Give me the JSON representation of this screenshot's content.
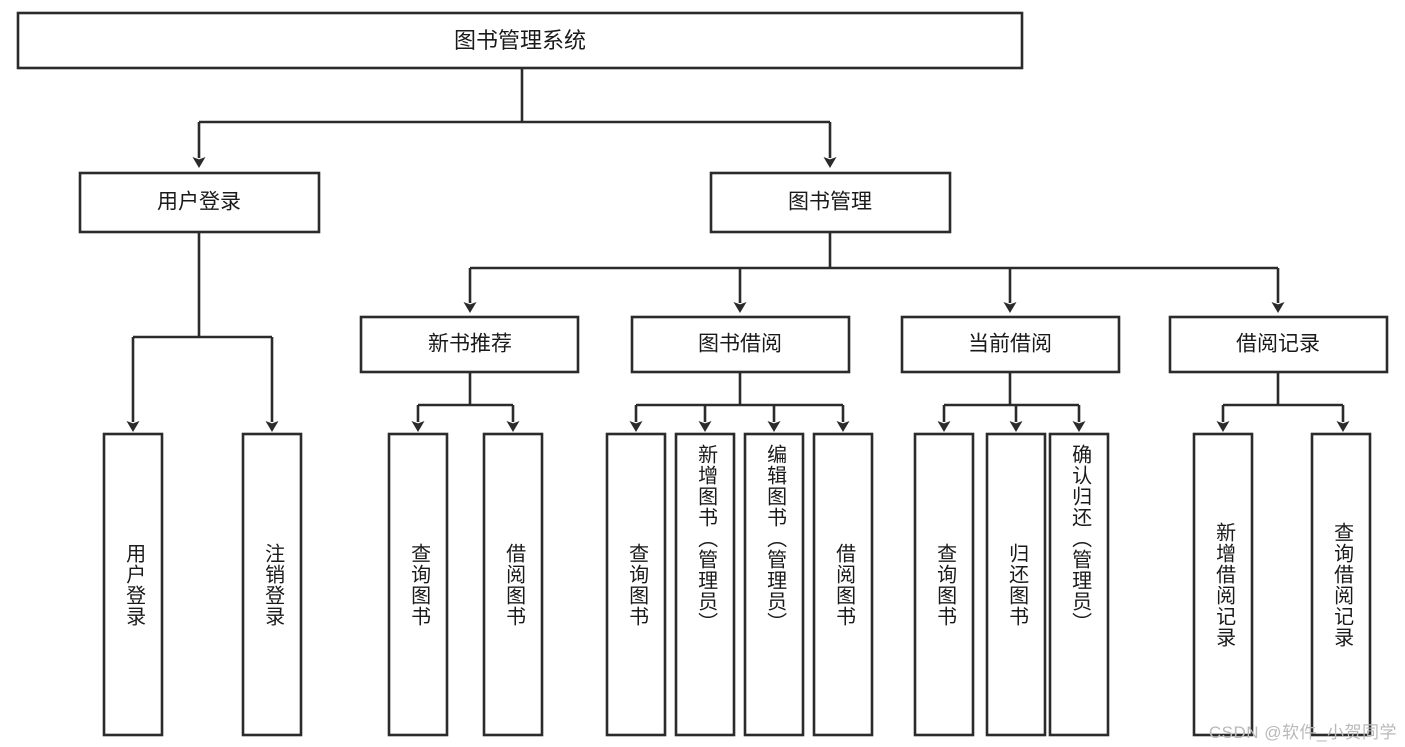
{
  "diagram": {
    "type": "tree",
    "title": "图书管理系统",
    "background_color": "#ffffff",
    "line_color": "#2b2b2b",
    "box_fill": "#ffffff",
    "text_color": "#1a1a1a",
    "root": {
      "label": "图书管理系统"
    },
    "level2": [
      {
        "label": "用户登录"
      },
      {
        "label": "图书管理"
      }
    ],
    "level3": [
      {
        "label": "新书推荐"
      },
      {
        "label": "图书借阅"
      },
      {
        "label": "当前借阅"
      },
      {
        "label": "借阅记录"
      }
    ],
    "leaves": {
      "user_login": [
        {
          "label": "用户登录"
        },
        {
          "label": "注销登录"
        }
      ],
      "new_book_recommend": [
        {
          "label": "查询图书"
        },
        {
          "label": "借阅图书"
        }
      ],
      "book_borrow": [
        {
          "label": "查询图书"
        },
        {
          "label": "新增图书（管理员）"
        },
        {
          "label": "编辑图书（管理员）"
        },
        {
          "label": "借阅图书"
        }
      ],
      "current_borrow": [
        {
          "label": "查询图书"
        },
        {
          "label": "归还图书"
        },
        {
          "label": "确认归还（管理员）"
        }
      ],
      "borrow_record": [
        {
          "label": "新增借阅记录"
        },
        {
          "label": "查询借阅记录"
        }
      ]
    }
  },
  "watermark": {
    "text": "CSDN @软件_小贺同学",
    "color": "#b9b9b9"
  }
}
